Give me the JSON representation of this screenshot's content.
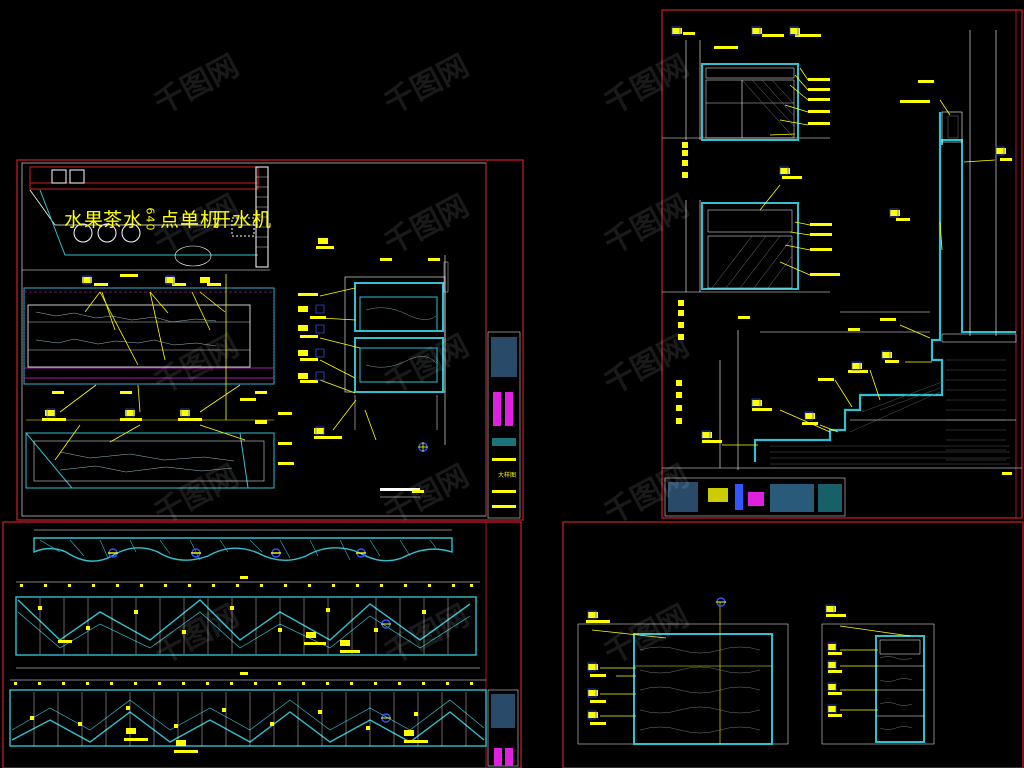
{
  "colors": {
    "background": "#000000",
    "frame": "#cc1f2a",
    "outline": "#30c0d0",
    "dimension": "#ffff00",
    "annotation": "#ffffff",
    "accent": "#e020e0",
    "inner": "#3355ff"
  },
  "plan": {
    "zones": [
      "水果",
      "茶水",
      "点单机",
      "开水机"
    ],
    "dimension_text": "640"
  },
  "title_block_text": "大样图",
  "watermark_text": "千图网"
}
